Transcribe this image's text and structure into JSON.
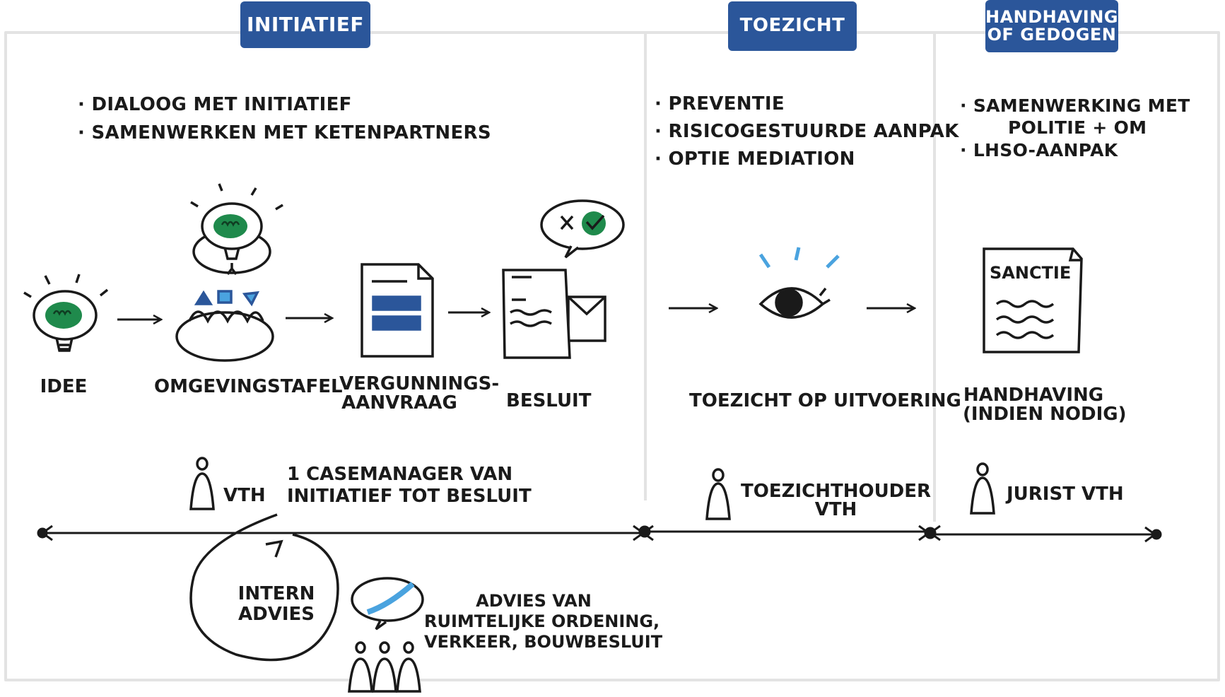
{
  "colors": {
    "header_bg": "#2b569a",
    "accent_green": "#1f8a4c",
    "accent_blue": "#2b569a",
    "accent_light_blue": "#4aa3df",
    "frame": "#e3e3e3"
  },
  "headers": {
    "initiatief": "INITIATIEF",
    "toezicht": "TOEZICHT",
    "handhaving_line1": "HANDHAVING",
    "handhaving_line2": "OF GEDOGEN"
  },
  "bullets": {
    "initiatief": [
      "DIALOOG MET INITIATIEF",
      "SAMENWERKEN MET KETENPARTNERS"
    ],
    "toezicht": [
      "PREVENTIE",
      "RISICOGESTUURDE AANPAK",
      "OPTIE MEDIATION"
    ],
    "handhaving": [
      "SAMENWERKING MET",
      "LHSO-AANPAK"
    ],
    "handhaving_cont": "POLITIE + OM"
  },
  "steps": {
    "idee": "IDEE",
    "omgevingstafel": "OMGEVINGSTAFEL",
    "vergunning_line1": "VERGUNNINGS-",
    "vergunning_line2": "AANVRAAG",
    "besluit": "BESLUIT",
    "toezicht_op_uitvoering": "TOEZICHT OP UITVOERING",
    "handhaving_line1": "HANDHAVING",
    "handhaving_line2": "(INDIEN NODIG)"
  },
  "icons": {
    "sanctie_label": "SANCTIE",
    "bulb": "lightbulb-icon",
    "eye": "eye-icon",
    "document": "document-icon",
    "envelope": "envelope-icon",
    "person": "person-icon",
    "speech": "speech-bubble-icon",
    "check": "check-icon",
    "cross": "cross-icon"
  },
  "roles": {
    "vth": "VTH",
    "casemanager_line1": "1  CASEMANAGER VAN",
    "casemanager_line2": "INITIATIEF TOT BESLUIT",
    "toezichthouder_line1": "TOEZICHTHOUDER",
    "toezichthouder_line2": "VTH",
    "jurist": "JURIST VTH"
  },
  "advies": {
    "intern_line1": "INTERN",
    "intern_line2": "ADVIES",
    "extern_line1": "ADVIES VAN",
    "extern_line2": "RUIMTELIJKE ORDENING,",
    "extern_line3": "VERKEER, BOUWBESLUIT"
  }
}
